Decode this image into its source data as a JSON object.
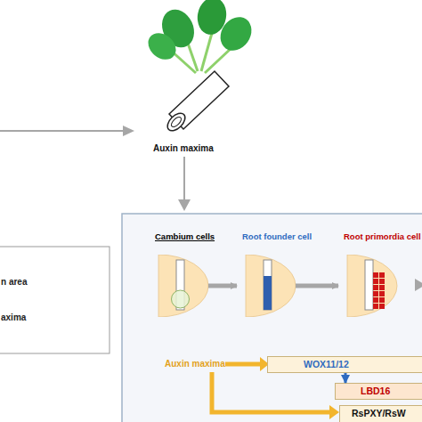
{
  "diagram": {
    "nodes": [
      {
        "text": [
          "Cambium cells"
        ]
      },
      {
        "text": [
          "Root founder cell"
        ]
      },
      {
        "text": [
          "Root primordia cell"
        ]
      },
      {
        "text": [
          "WOX11/12"
        ]
      },
      {
        "text": [
          "LBD16"
        ]
      },
      {
        "text": [
          "RsPXY/RsW"
        ]
      }
    ],
    "edges": [
      {
        "from": 0,
        "to": 1,
        "arrow": "to"
      },
      {
        "from": 1,
        "to": 2,
        "arrow": "to"
      },
      {
        "from": 3,
        "to": 4,
        "arrow": "to"
      }
    ],
    "labels": [
      "Auxin maxima",
      "Auxin maxima",
      "n area",
      "axima"
    ]
  }
}
